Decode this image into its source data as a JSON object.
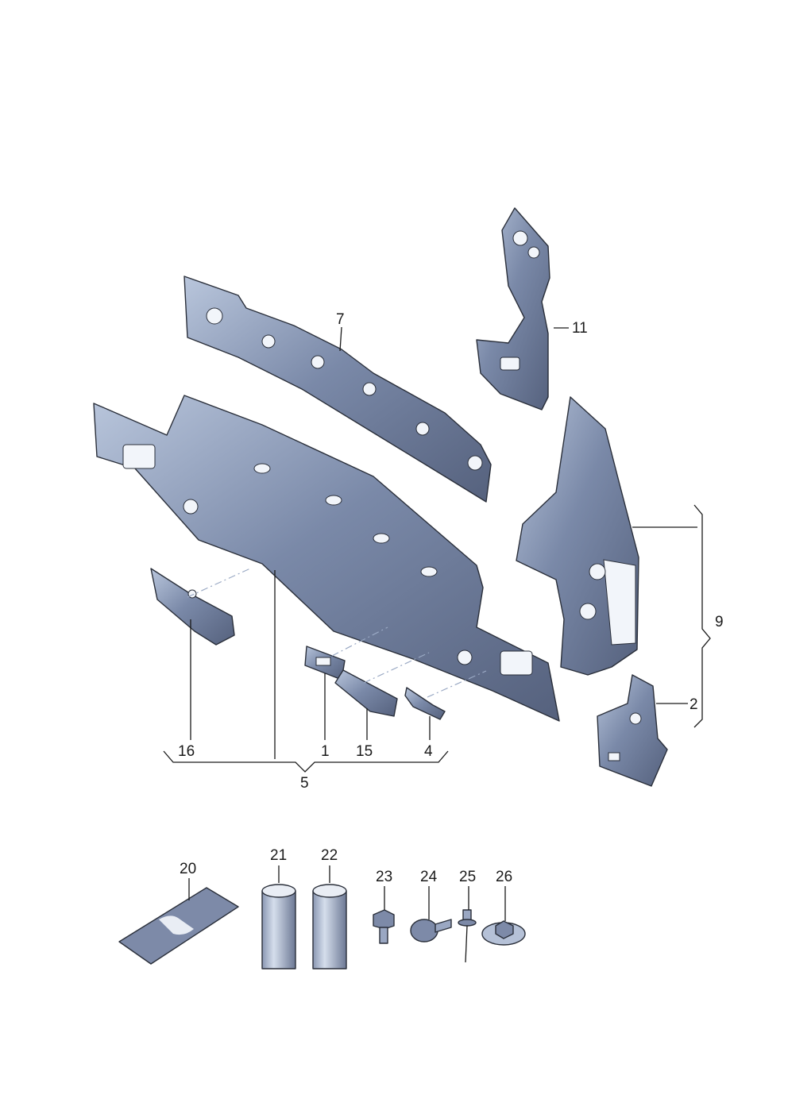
{
  "labels": {
    "p1": "1",
    "p2": "2",
    "p4": "4",
    "p5": "5",
    "p7": "7",
    "p9": "9",
    "p11": "11",
    "p15": "15",
    "p16": "16",
    "p20": "20",
    "p21": "21",
    "p22": "22",
    "p23": "23",
    "p24": "24",
    "p25": "25",
    "p26": "26"
  },
  "colors": {
    "part_fill": "#6f7d9c",
    "part_light": "#a9b7d1",
    "part_dark": "#4b5670",
    "line": "#1a1a1a",
    "background": "#ffffff"
  }
}
